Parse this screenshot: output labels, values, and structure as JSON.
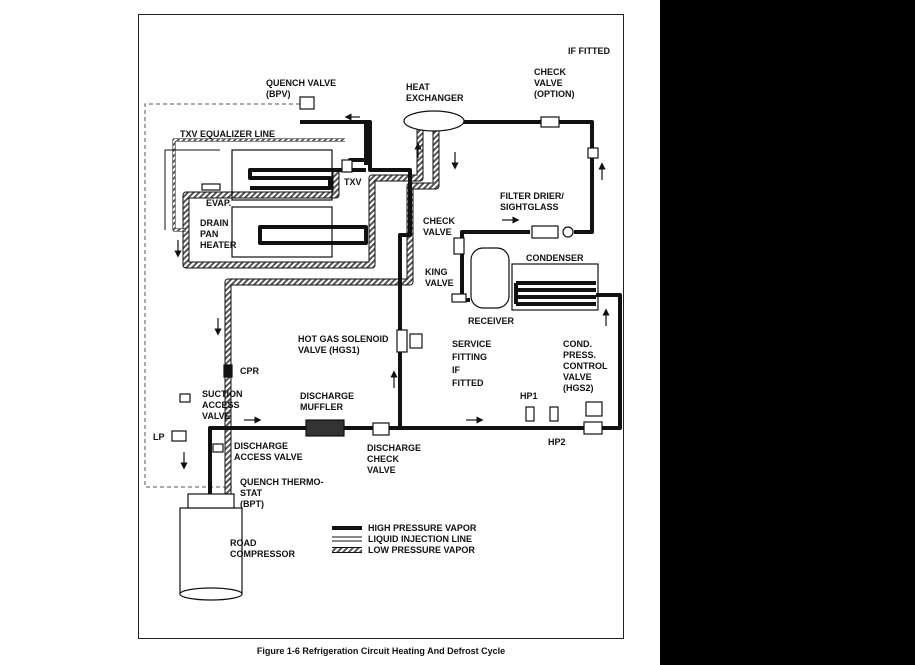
{
  "labels": {
    "if_fitted_top": "IF FITTED",
    "check_valve_option": "CHECK\nVALVE\n(OPTION)",
    "quench_valve": "QUENCH VALVE\n(BPV)",
    "heat_exchanger": "HEAT\nEXCHANGER",
    "txv_equalizer": "TXV EQUALIZER LINE",
    "txv": "TXV",
    "evap": "EVAP.",
    "drain_pan_heater": "DRAIN\nPAN\nHEATER",
    "filter_drier": "FILTER DRIER/\nSIGHTGLASS",
    "check_valve": "CHECK\nVALVE",
    "king_valve": "KING\nVALVE",
    "condenser": "CONDENSER",
    "receiver": "RECEIVER",
    "hot_gas_solenoid": "HOT GAS SOLENOID\nVALVE (HGS1)",
    "service_fitting": "SERVICE\nFITTING\nIF\nFITTED",
    "cond_press_control": "COND.\nPRESS.\nCONTROL\nVALVE\n(HGS2)",
    "cpr": "CPR",
    "suction_access": "SUCTION\nACCESS\nVALVE",
    "discharge_muffler": "DISCHARGE\nMUFFLER",
    "hp1": "HP1",
    "hp2": "HP2",
    "lp": "LP",
    "discharge_access": "DISCHARGE\nACCESS VALVE",
    "discharge_check": "DISCHARGE\nCHECK\nVALVE",
    "quench_thermostat": "QUENCH THERMO-\nSTAT\n(BPT)",
    "road_compressor": "ROAD\nCOMPRESSOR"
  },
  "legend": {
    "high_pressure": "HIGH PRESSURE VAPOR",
    "liquid_injection": "LIQUID INJECTION LINE",
    "low_pressure": "LOW PRESSURE VAPOR"
  },
  "caption": "Figure 1-6 Refrigeration Circuit Heating And Defrost Cycle",
  "colors": {
    "line": "#111111",
    "hatch": "#888888",
    "background": "#ffffff"
  }
}
